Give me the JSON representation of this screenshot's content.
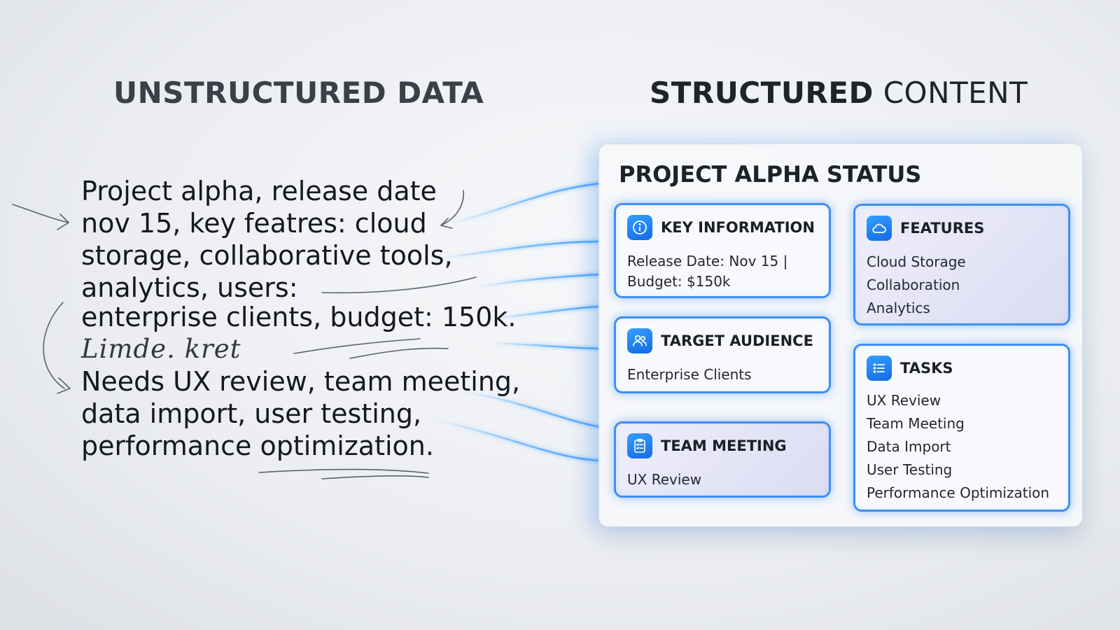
{
  "headings": {
    "left": "UNSTRUCTURED DATA",
    "right_bold": "STRUCTURED",
    "right_light": "CONTENT"
  },
  "raw_notes": {
    "lines": [
      "Project alpha, release date",
      "nov 15, key featres: cloud",
      "storage, collaborative tools,",
      "analytics, users:",
      "enterprise clients, budget: 150k.",
      "Limde. kret",
      "Needs UX review, team meeting,",
      "data import, user testing,",
      "performance optimization."
    ]
  },
  "panel": {
    "title": "PROJECT ALPHA STATUS",
    "cards": {
      "key_information": {
        "title": "KEY INFORMATION",
        "icon": "info-icon",
        "lines": [
          "Release Date: Nov 15 |",
          "Budget: $150k"
        ]
      },
      "features": {
        "title": "FEATURES",
        "icon": "cloud-icon",
        "lines": [
          "Cloud Storage",
          "Collaboration",
          "Analytics"
        ]
      },
      "target_audience": {
        "title": "TARGET AUDIENCE",
        "icon": "users-icon",
        "lines": [
          "Enterprise Clients"
        ]
      },
      "team_meeting": {
        "title": "TEAM MEETING",
        "icon": "checklist-icon",
        "lines": [
          "UX Review"
        ]
      },
      "tasks": {
        "title": "TASKS",
        "icon": "list-icon",
        "lines": [
          "UX Review",
          "Team Meeting",
          "Data Import",
          "User Testing",
          "Performance Optimization"
        ]
      }
    }
  },
  "colors": {
    "accent": "#3f8ff2",
    "icon_gradient_top": "#33a0ff",
    "icon_gradient_bottom": "#1569e6",
    "glow": "#5aaaff",
    "tint_card": "#dcdcf4"
  }
}
